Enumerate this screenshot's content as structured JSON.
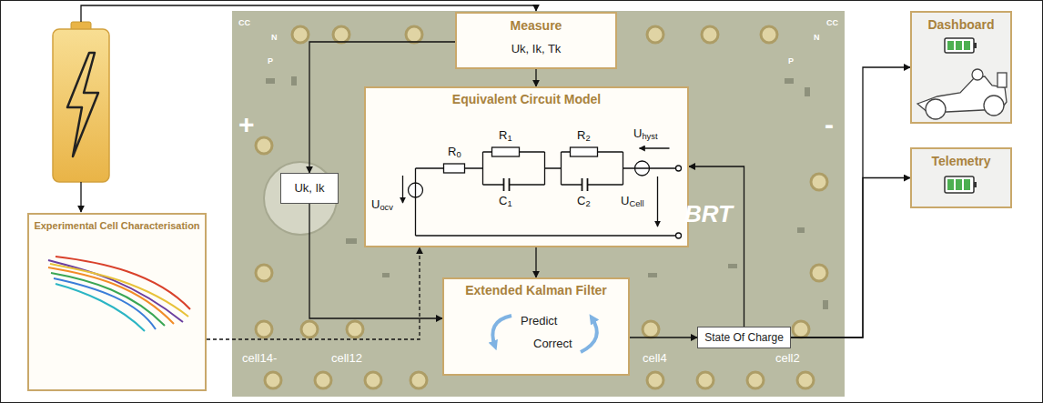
{
  "diagram": {
    "nodes": [
      {
        "text": [
          "Measure",
          "Uk, Ik, Tk"
        ]
      },
      {
        "text": [
          "Equivalent Circuit Model"
        ]
      },
      {
        "text": [
          "Uk, Ik"
        ]
      },
      {
        "text": [
          "Extended Kalman Filter",
          "Predict",
          "Correct"
        ]
      },
      {
        "text": [
          "State Of Charge"
        ]
      },
      {
        "text": [
          "Experimental Cell Characterisation"
        ]
      },
      {
        "text": [
          "Dashboard"
        ]
      },
      {
        "text": [
          "Telemetry"
        ]
      }
    ],
    "edges": [
      {
        "from": 0,
        "to": 1,
        "arrow": "to"
      },
      {
        "from": 0,
        "to": 2,
        "arrow": "to"
      },
      {
        "from": 2,
        "to": 3,
        "arrow": "to"
      },
      {
        "from": 1,
        "to": 3,
        "arrow": "to"
      },
      {
        "from": 3,
        "to": 4,
        "arrow": "to"
      },
      {
        "from": 4,
        "to": 1,
        "arrow": "to"
      },
      {
        "from": 4,
        "to": 6,
        "arrow": "to"
      },
      {
        "from": 4,
        "to": 7,
        "arrow": "to"
      },
      {
        "from": 5,
        "to": 1,
        "arrow": "to"
      }
    ],
    "labels": [
      "R0",
      "R1",
      "C1",
      "R2",
      "C2",
      "Uhyst",
      "Uocv",
      "UCell",
      "+",
      "-",
      "cell14-",
      "cell12",
      "cell4",
      "cell2",
      "BRT",
      "CC",
      "N",
      "P",
      "CC",
      "N",
      "P"
    ]
  }
}
